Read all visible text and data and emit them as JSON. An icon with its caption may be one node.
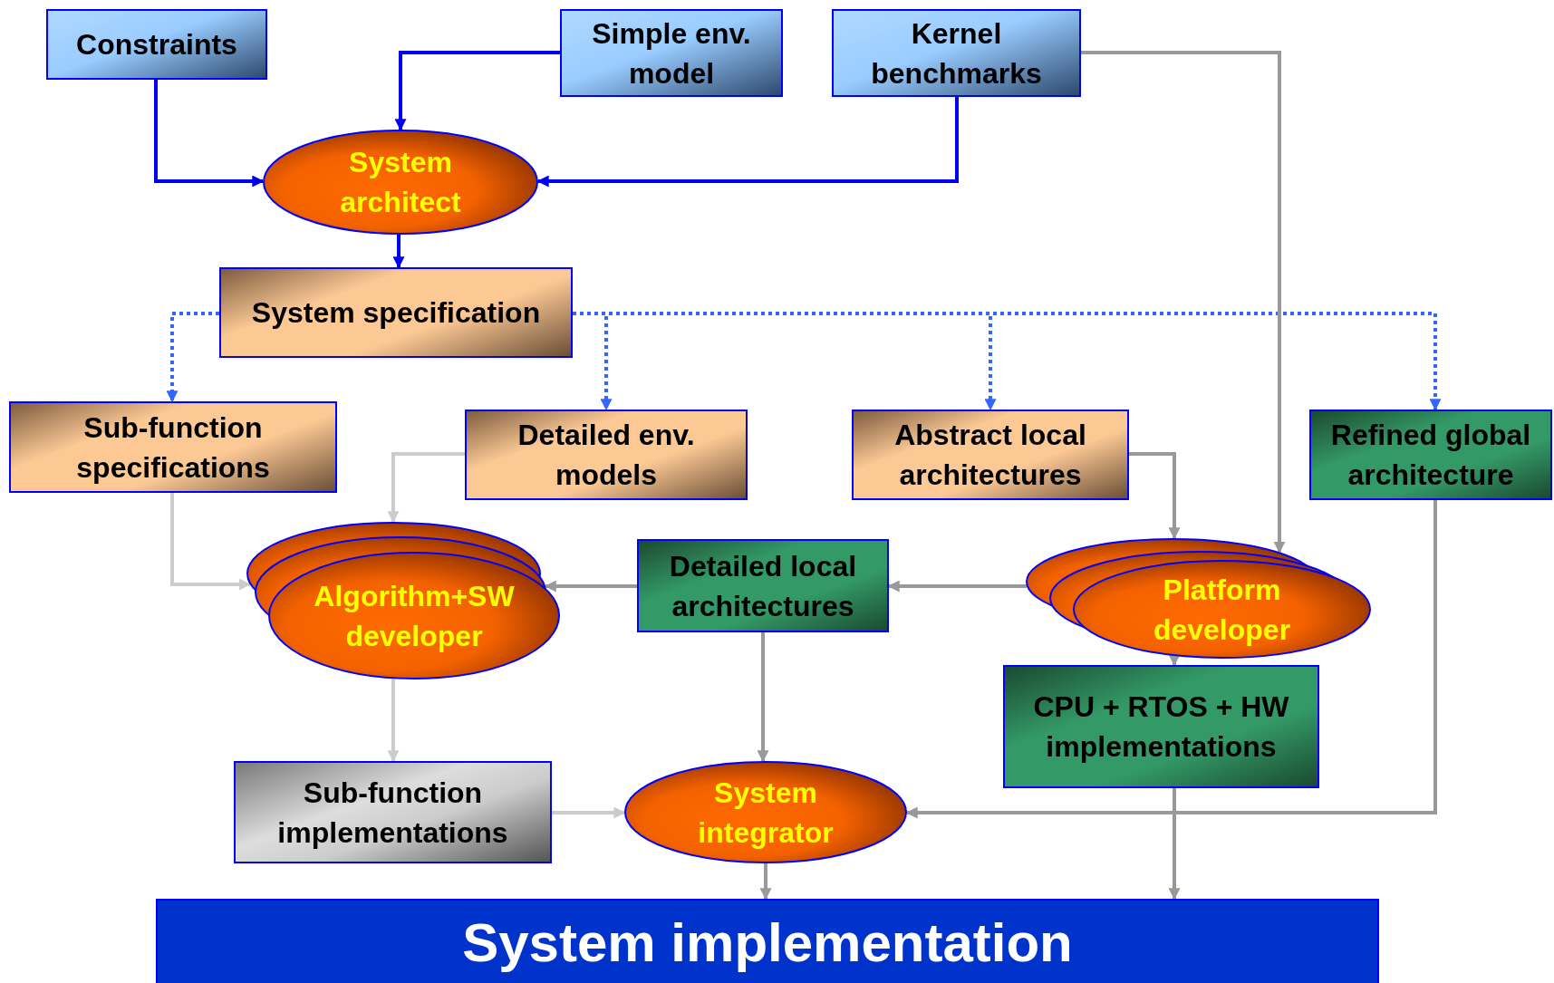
{
  "diagram": {
    "nodes": [
      {
        "text": [
          "Constraints"
        ]
      },
      {
        "text": [
          "Simple env. model"
        ]
      },
      {
        "text": [
          "Kernel benchmarks"
        ]
      },
      {
        "text": [
          "System architect"
        ]
      },
      {
        "text": [
          "System specification"
        ]
      },
      {
        "text": [
          "Sub-function specifications"
        ]
      },
      {
        "text": [
          "Detailed env. models"
        ]
      },
      {
        "text": [
          "Abstract local architectures"
        ]
      },
      {
        "text": [
          "Refined global architecture"
        ]
      },
      {
        "text": [
          "Algorithm+SW developer"
        ]
      },
      {
        "text": [
          "Detailed local architectures"
        ]
      },
      {
        "text": [
          "Platform developer"
        ]
      },
      {
        "text": [
          "CPU + RTOS + HW implementations"
        ]
      },
      {
        "text": [
          "Sub-function implementations"
        ]
      },
      {
        "text": [
          "System integrator"
        ]
      },
      {
        "text": [
          "System implementation"
        ]
      }
    ],
    "edges": [
      {
        "from": 0,
        "to": 3,
        "arrow": "to",
        "color": "#0000ee"
      },
      {
        "from": 1,
        "to": 3,
        "arrow": "to",
        "color": "#0000ee"
      },
      {
        "from": 2,
        "to": 3,
        "arrow": "to",
        "color": "#0000ee"
      },
      {
        "from": 3,
        "to": 4,
        "arrow": "to",
        "color": "#0000ee"
      },
      {
        "from": 4,
        "to": 5,
        "arrow": "to",
        "style": "dashed",
        "color": "#3366ff"
      },
      {
        "from": 4,
        "to": 6,
        "arrow": "to",
        "style": "dashed",
        "color": "#3366ff"
      },
      {
        "from": 4,
        "to": 7,
        "arrow": "to",
        "style": "dashed",
        "color": "#3366ff"
      },
      {
        "from": 4,
        "to": 8,
        "arrow": "to",
        "style": "dashed",
        "color": "#3366ff"
      },
      {
        "from": 2,
        "to": 11,
        "arrow": "to"
      },
      {
        "from": 7,
        "to": 11,
        "arrow": "to"
      },
      {
        "from": 11,
        "to": 10,
        "arrow": "to"
      },
      {
        "from": 10,
        "to": 9,
        "arrow": "to"
      },
      {
        "from": 5,
        "to": 9,
        "arrow": "to",
        "color": "#cccccc"
      },
      {
        "from": 6,
        "to": 9,
        "arrow": "to",
        "color": "#cccccc"
      },
      {
        "from": 9,
        "to": 13,
        "arrow": "to",
        "color": "#cccccc"
      },
      {
        "from": 10,
        "to": 14,
        "arrow": "to"
      },
      {
        "from": 11,
        "to": 12,
        "arrow": "to"
      },
      {
        "from": 13,
        "to": 14,
        "arrow": "to",
        "color": "#cccccc"
      },
      {
        "from": 8,
        "to": 14,
        "arrow": "to"
      },
      {
        "from": 14,
        "to": 15,
        "arrow": "to"
      },
      {
        "from": 12,
        "to": 15,
        "arrow": "to"
      }
    ]
  }
}
